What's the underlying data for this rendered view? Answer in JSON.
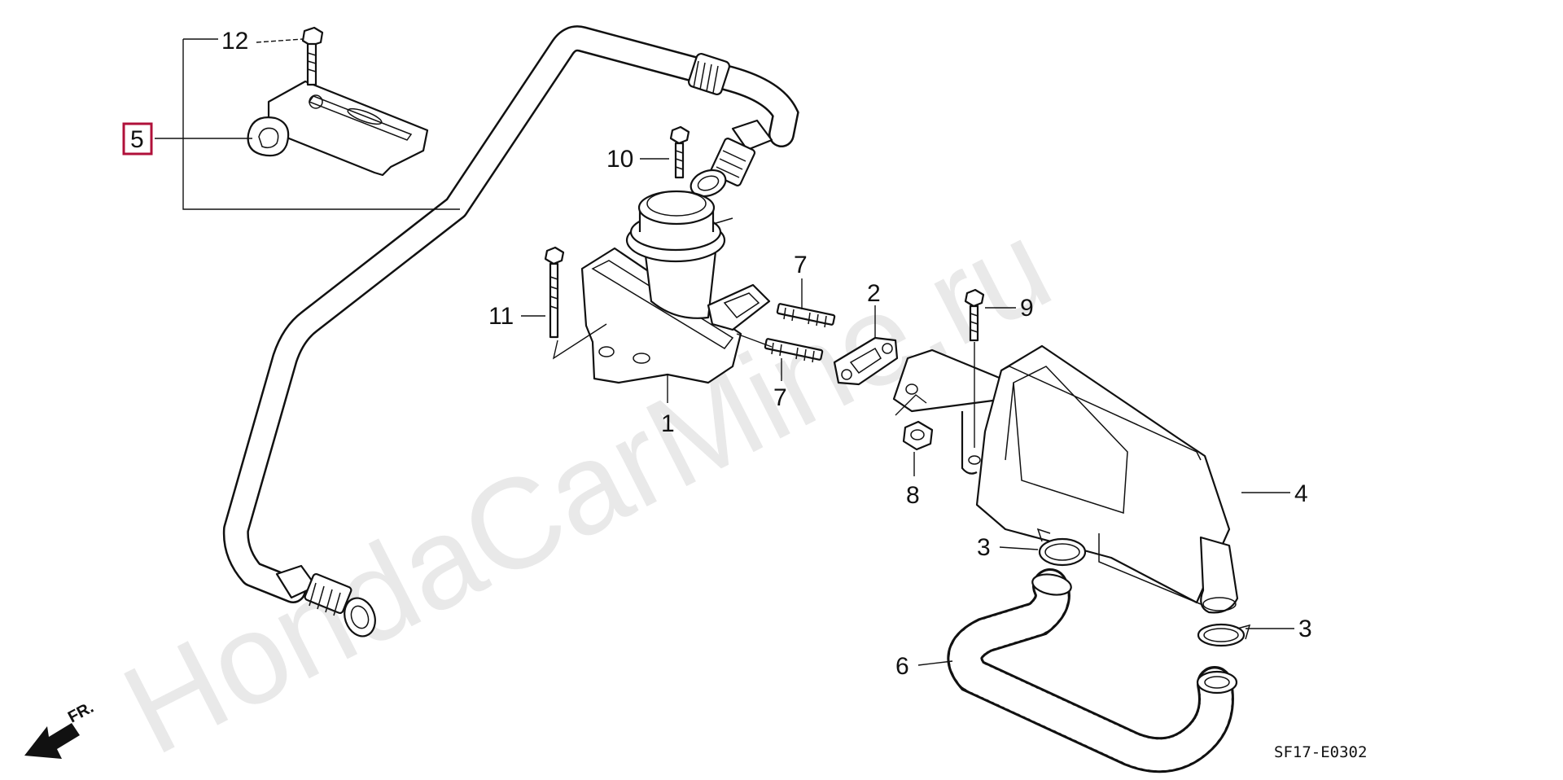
{
  "watermark": "HondaCarMine.ru",
  "diagram_code": "SF17-E0302",
  "front_arrow_label": "FR.",
  "highlight_color": "#b0103a",
  "callouts": {
    "c1": "1",
    "c2": "2",
    "c3a": "3",
    "c3b": "3",
    "c4": "4",
    "c5": "5",
    "c6": "6",
    "c7a": "7",
    "c7b": "7",
    "c8": "8",
    "c9": "9",
    "c10": "10",
    "c11": "11",
    "c12": "12"
  }
}
